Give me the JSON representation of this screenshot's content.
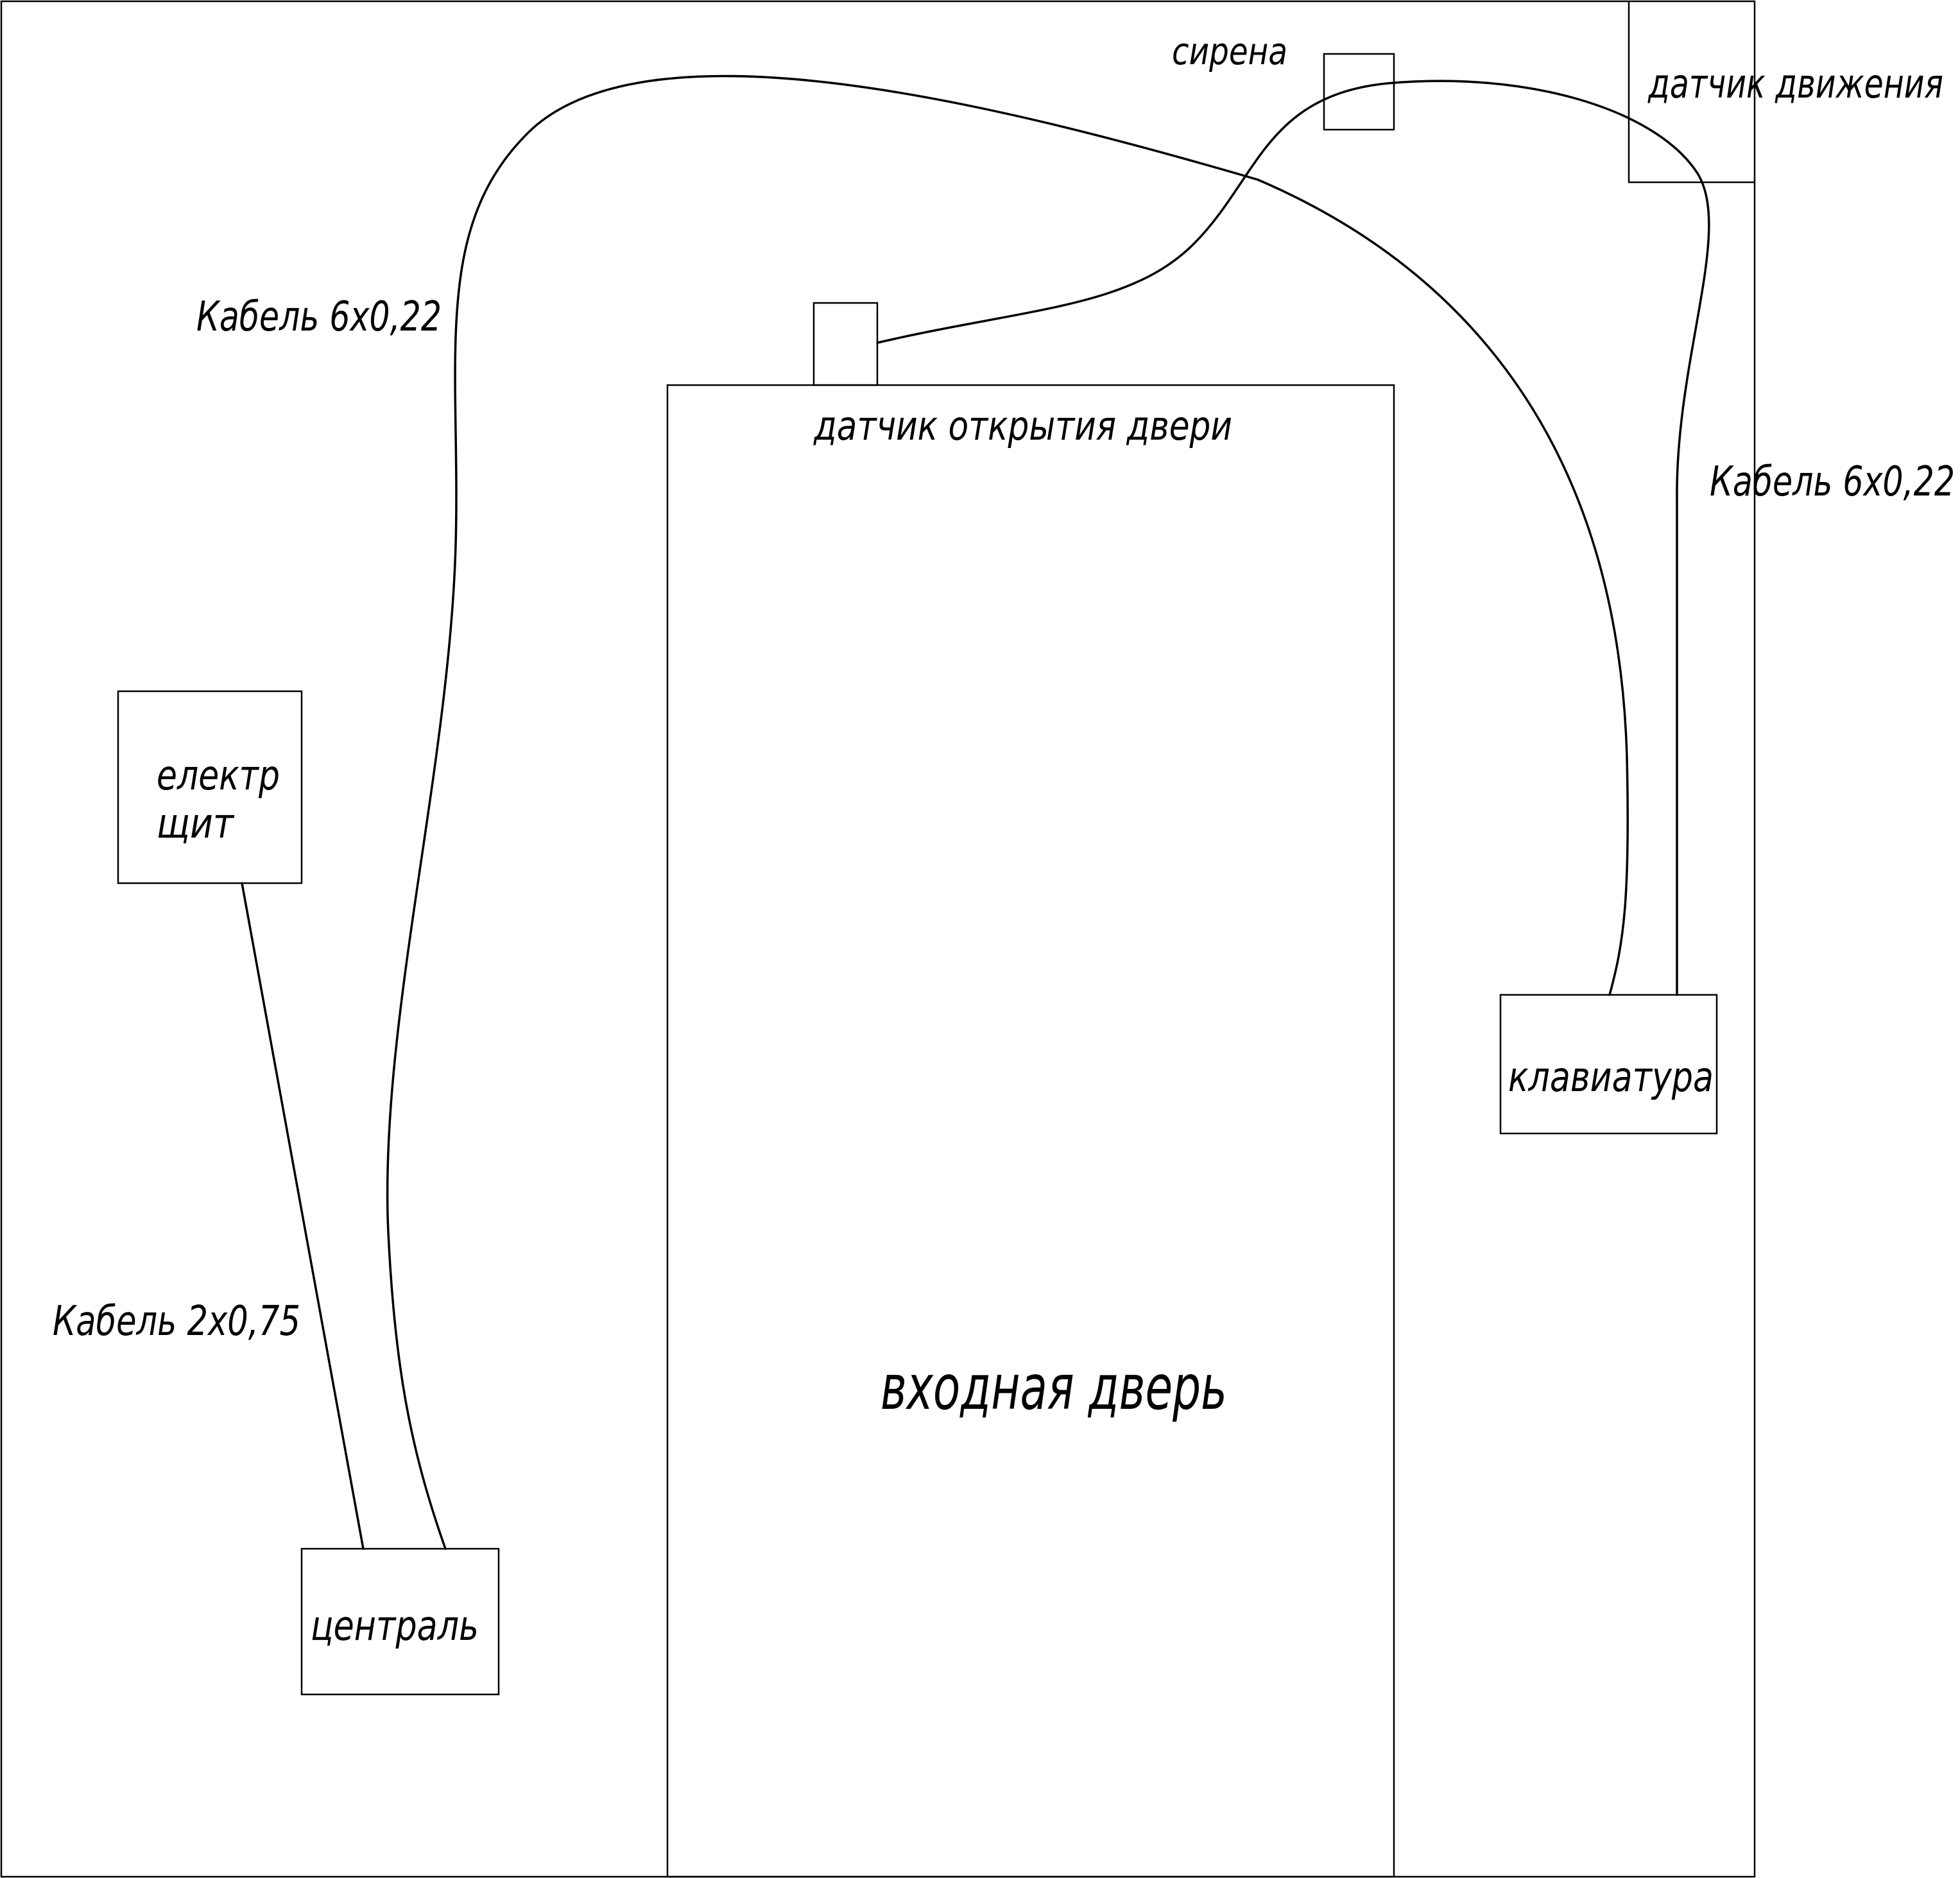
{
  "labels": {
    "siren": "сирена",
    "motion_sensor": "датчик движения",
    "cable_left": "Кабель 6х0,22",
    "cable_right": "Кабель 6х0,22",
    "door_sensor": "датчик открытия двери",
    "panel_line1": "електр",
    "panel_line2": "щит",
    "keypad": "клавиатура",
    "power_cable": "Кабель 2х0,75",
    "entrance_door": "входная дверь",
    "control_unit": "централь"
  }
}
